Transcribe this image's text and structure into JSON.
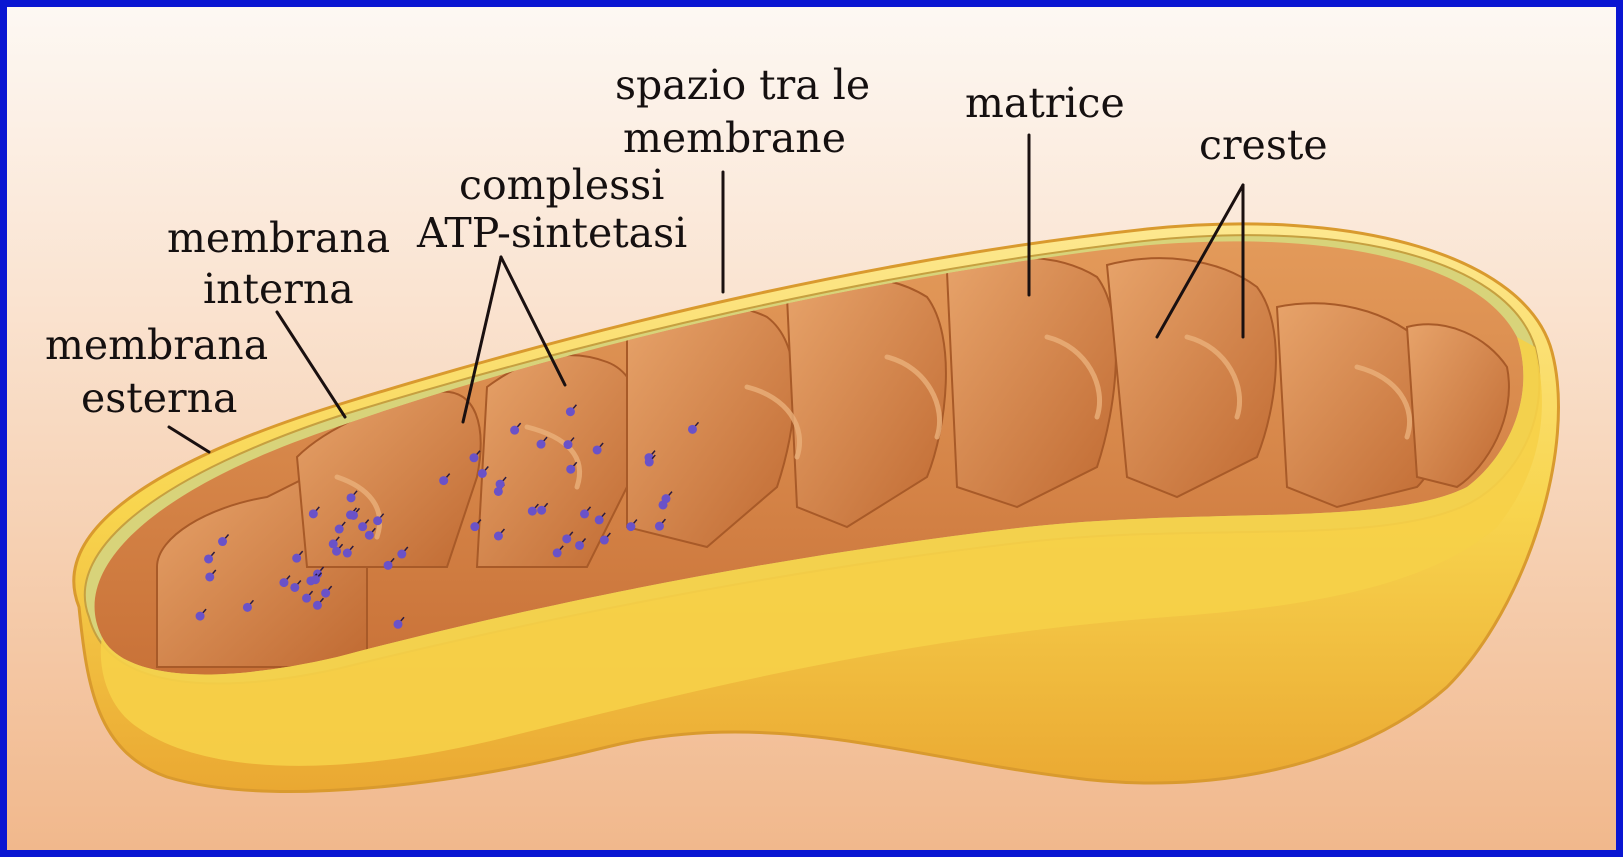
{
  "colors": {
    "frame": "#0a16d2",
    "background_top": "#fbf3ec",
    "background_bottom": "#f2bc8e",
    "outer_membrane": "#f7d24a",
    "inner_surface": "#d8894c",
    "cristae": "#c8763d",
    "atp_synthase": "#6a52c8"
  },
  "labels": {
    "spazio_line1": "spazio tra le",
    "spazio_line2": "membrane",
    "matrice": "matrice",
    "creste": "creste",
    "complessi_line1": "complessi",
    "complessi_line2": "ATP-sintetasi",
    "membrana_interna_line1": "membrana",
    "membrana_interna_line2": "interna",
    "membrana_esterna_line1": "membrana",
    "membrana_esterna_line2": "esterna"
  }
}
